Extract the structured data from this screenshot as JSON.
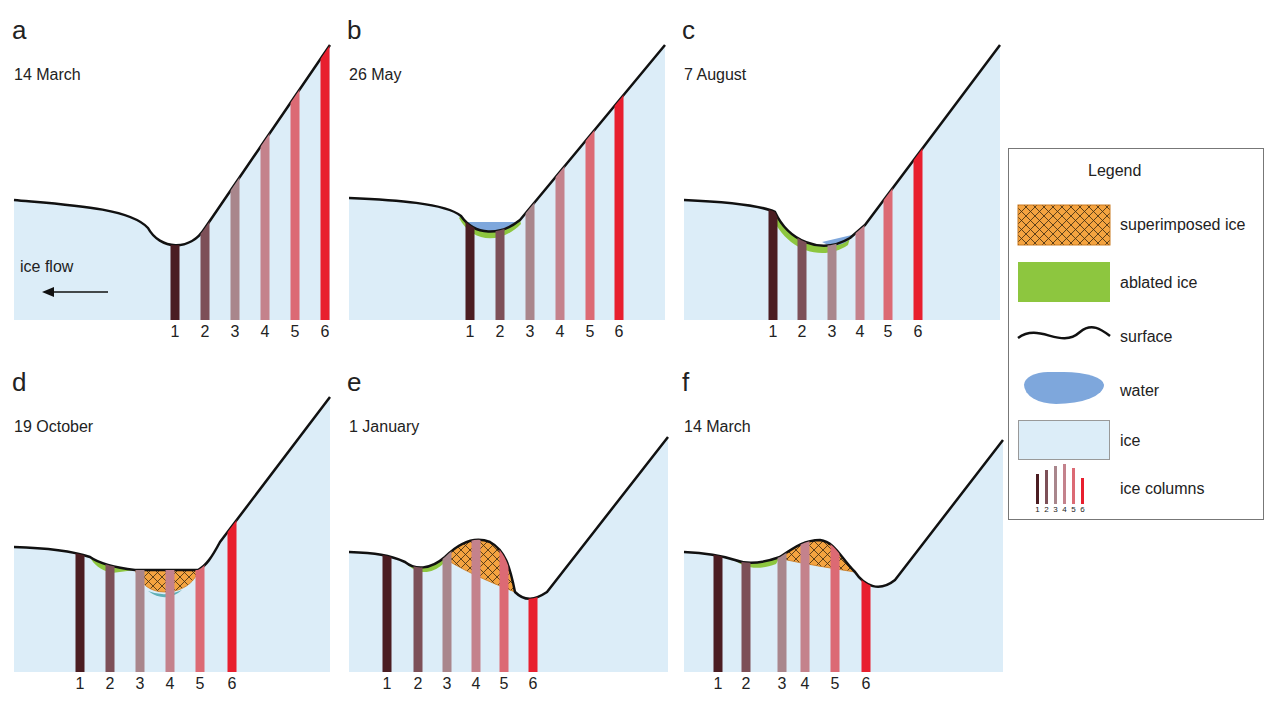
{
  "diagram": {
    "labels": [
      "a",
      "14 March",
      "ice flow",
      "1",
      "2",
      "3",
      "4",
      "5",
      "6",
      "b",
      "26 May",
      "1",
      "2",
      "3",
      "4",
      "5",
      "6",
      "c",
      "7 August",
      "1",
      "2",
      "3",
      "4",
      "5",
      "6",
      "d",
      "19 October",
      "1",
      "2",
      "3",
      "4",
      "5",
      "6",
      "e",
      "1 January",
      "1",
      "2",
      "3",
      "4",
      "5",
      "6",
      "f",
      "14 March",
      "1",
      "2",
      "3",
      "4",
      "5",
      "6",
      "Legend",
      "1",
      "2",
      "3",
      "4",
      "5",
      "6"
    ],
    "legend": [
      {
        "text": "superimposed ice"
      },
      {
        "text": "ablated ice",
        "color": "#8dc63f"
      },
      {
        "text": "surface"
      },
      {
        "text": "water",
        "color": "#7ea7dc"
      },
      {
        "text": "ice",
        "color": "#dcedf8"
      },
      {
        "text": "ice columns"
      }
    ]
  }
}
